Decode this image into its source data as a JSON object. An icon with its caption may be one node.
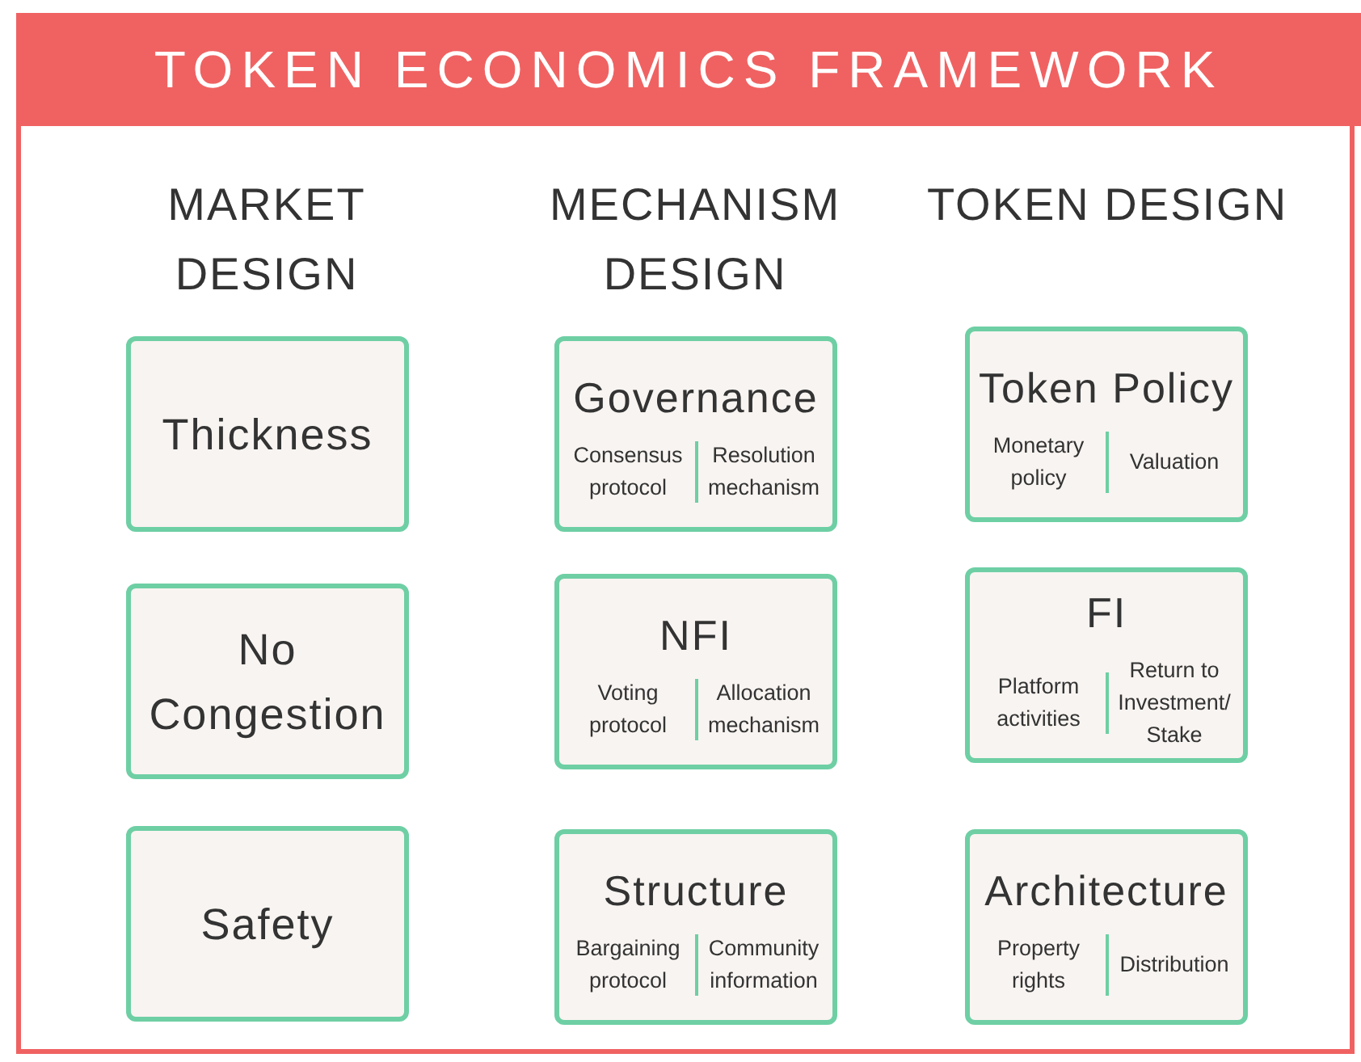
{
  "diagram": {
    "title": "TOKEN ECONOMICS FRAMEWORK",
    "nodes": [
      {
        "text": [
          "Thickness"
        ]
      },
      {
        "text": [
          "No Congestion"
        ]
      },
      {
        "text": [
          "Safety"
        ]
      },
      {
        "text": [
          "Governance",
          "Consensus protocol",
          "Resolution mechanism"
        ]
      },
      {
        "text": [
          "NFI",
          "Voting protocol",
          "Allocation mechanism"
        ]
      },
      {
        "text": [
          "Structure",
          "Bargaining protocol",
          "Community information"
        ]
      },
      {
        "text": [
          "Token Policy",
          "Monetary policy",
          "Valuation"
        ]
      },
      {
        "text": [
          "FI",
          "Platform activities",
          "Return to Investment/ Stake"
        ]
      },
      {
        "text": [
          "Architecture",
          "Property rights",
          "Distribution"
        ]
      }
    ],
    "edges": [],
    "labels": [
      "MARKET DESIGN",
      "MECHANISM DESIGN",
      "TOKEN DESIGN"
    ]
  }
}
